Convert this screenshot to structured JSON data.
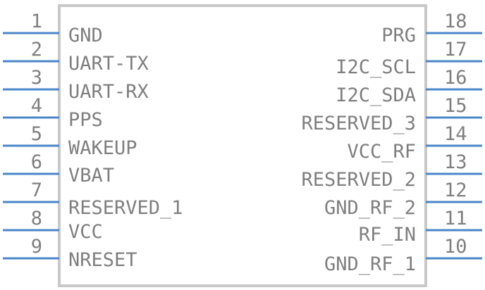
{
  "colors": {
    "pin_line": "#4a86c8",
    "body_outline": "#c8c8c8",
    "text": "#7f7f7f",
    "background": "#ffffff"
  },
  "left_pins": [
    {
      "number": "1",
      "name": "GND"
    },
    {
      "number": "2",
      "name": "UART-TX"
    },
    {
      "number": "3",
      "name": "UART-RX"
    },
    {
      "number": "4",
      "name": "PPS"
    },
    {
      "number": "5",
      "name": "WAKEUP"
    },
    {
      "number": "6",
      "name": "VBAT"
    },
    {
      "number": "7",
      "name": "RESERVED_1"
    },
    {
      "number": "8",
      "name": "VCC"
    },
    {
      "number": "9",
      "name": "NRESET"
    }
  ],
  "right_pins": [
    {
      "number": "18",
      "name": "PRG"
    },
    {
      "number": "17",
      "name": "I2C_SCL"
    },
    {
      "number": "16",
      "name": "I2C_SDA"
    },
    {
      "number": "15",
      "name": "RESERVED_3"
    },
    {
      "number": "14",
      "name": "VCC_RF"
    },
    {
      "number": "13",
      "name": "RESERVED_2"
    },
    {
      "number": "12",
      "name": "GND_RF_2"
    },
    {
      "number": "11",
      "name": "RF_IN"
    },
    {
      "number": "10",
      "name": "GND_RF_1"
    }
  ]
}
